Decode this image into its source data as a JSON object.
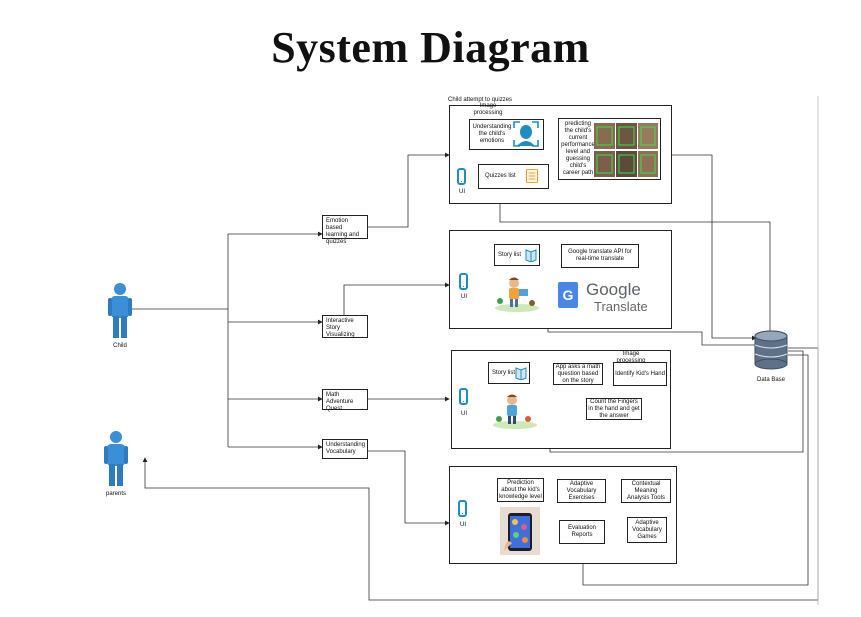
{
  "title": "System Diagram",
  "actors": {
    "child": "Child",
    "parents": "parents",
    "database": "Data Base"
  },
  "ui_label": "UI",
  "emotion_panel": {
    "caption": "Child attempt to quizzes",
    "image_processing": "Image processing",
    "understanding": "Understanding the child's emotions",
    "quizzes_list": "Quizzes list",
    "predicting": "predicting the child's current performance level and guessing child's career path"
  },
  "story_panel": {
    "story_list": "Story list",
    "google_api": "Google translate API for real-time translate",
    "google_logo": "Google",
    "translate_word": "Translate"
  },
  "math_panel": {
    "story_list": "Story list",
    "question": "App asks a math question based on the story",
    "image_processing": "Image processing",
    "identify": "Identify Kid's Hand",
    "count": "Count the Fingers in the hand and get the answer"
  },
  "vocab_panel": {
    "prediction": "Prediction about the kid's knowledge level",
    "adaptive_exercises": "Adaptive Vocabulary Exercises",
    "contextual": "Contextual Meaning Analysis Tools",
    "adaptive_games": "Adaptive Vocabulary Games",
    "evaluation": "Evaluation Reports"
  },
  "features": {
    "emotion": "Emotion based learning and quizzes",
    "story": "Interactive Story Visualizing",
    "math": "Math Adventure Quest",
    "vocab": "Understanding Vocabulary"
  },
  "colors": {
    "accent": "#1e8ec0",
    "person": "#3a8fd6",
    "db": "#5d7288"
  }
}
